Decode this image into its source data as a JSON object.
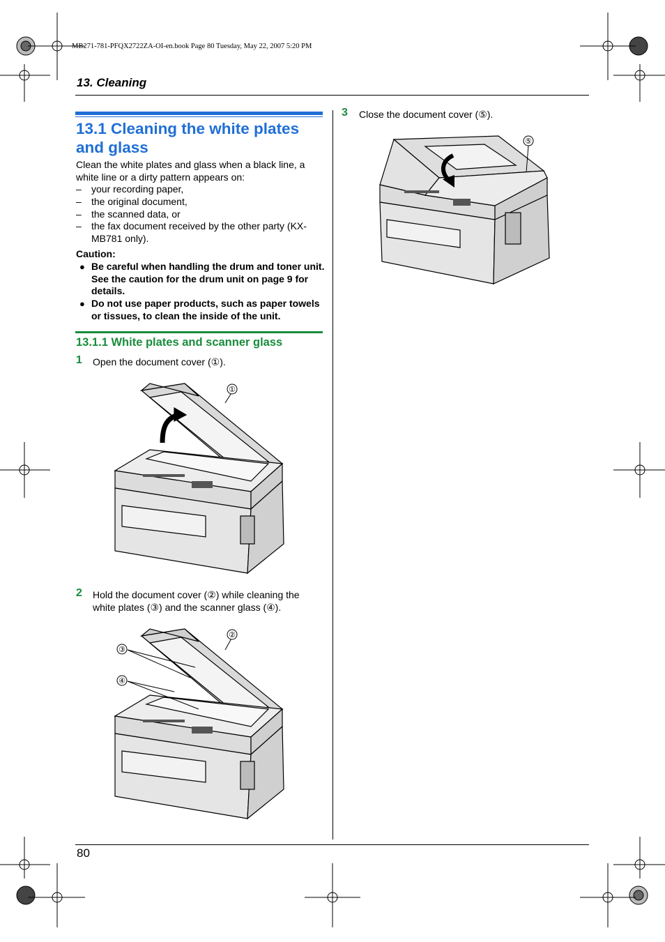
{
  "header": {
    "slug": "MB271-781-PFQX2722ZA-OI-en.book  Page 80  Tuesday, May 22, 2007  5:20 PM",
    "chapter": "13. Cleaning"
  },
  "section": {
    "title": "13.1 Cleaning the white plates and glass",
    "intro": "Clean the white plates and glass when a black line, a white line or a dirty pattern appears on:",
    "list": [
      {
        "dash": "–",
        "text": "your recording paper,"
      },
      {
        "dash": "–",
        "text": "the original document,"
      },
      {
        "dash": "–",
        "text": "the scanned data, or"
      },
      {
        "dash": "–",
        "text": "the fax document received by the other party (KX-MB781 only)."
      }
    ],
    "caution_label": "Caution:",
    "cautions": [
      {
        "bullet": "●",
        "text": "Be careful when handling the drum and toner unit. See the caution for the drum unit on page 9 for details."
      },
      {
        "bullet": "●",
        "text": "Do not use paper products, such as paper towels or tissues, to clean the inside of the unit."
      }
    ]
  },
  "subsection": {
    "title": "13.1.1 White plates and scanner glass"
  },
  "steps": [
    {
      "num": "1",
      "text": "Open the document cover (①)."
    },
    {
      "num": "2",
      "text": "Hold the document cover (②) while cleaning the white plates (③) and the scanner glass (④)."
    },
    {
      "num": "3",
      "text": "Close the document cover (⑤)."
    }
  ],
  "callouts": {
    "c1": "①",
    "c2": "②",
    "c3": "③",
    "c4": "④",
    "c5": "⑤"
  },
  "footer": {
    "page_number": "80"
  }
}
